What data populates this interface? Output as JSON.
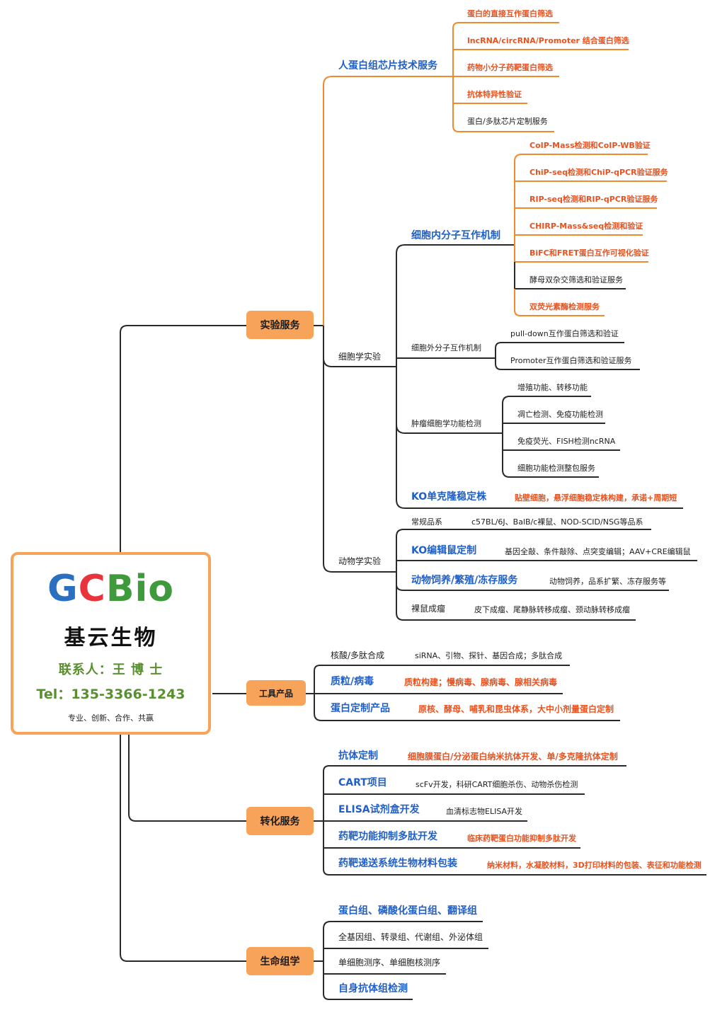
{
  "center": {
    "logo_g": "G",
    "logo_c": "C",
    "logo_bio": "Bio",
    "company_cn": "基云生物",
    "contact": "联系人：王 博 士",
    "tel": "Tel：135-3366-1243",
    "slogan": "专业、创新、合作、共赢"
  },
  "branches": {
    "experiment": "实验服务",
    "tools": "工具产品",
    "transform": "转化服务",
    "omics": "生命组学"
  },
  "experiment": {
    "protein_chip": {
      "label": "人蛋白组芯片技术服务",
      "items": [
        "蛋白的直接互作蛋白筛选",
        "lncRNA/circRNA/Promoter 结合蛋白筛选",
        "药物小分子药靶蛋白筛选",
        "抗体特异性验证",
        "蛋白/多肽芯片定制服务"
      ]
    },
    "cell": {
      "label": "细胞学实验",
      "intracellular": {
        "label": "细胞内分子互作机制",
        "items": [
          "CoIP-Mass检测和CoIP-WB验证",
          "ChiP-seq检测和ChiP-qPCR验证服务",
          "RIP-seq检测和RIP-qPCR验证服务",
          "CHIRP-Mass&seq检测和验证",
          "BiFC和FRET蛋白互作可视化验证",
          "酵母双杂交筛选和验证服务",
          "双荧光素酶检测服务"
        ]
      },
      "extracellular": {
        "label": "细胞外分子互作机制",
        "items": [
          "pull-down互作蛋白筛选和验证",
          "Promoter互作蛋白筛选和验证服务"
        ]
      },
      "tumor": {
        "label": "肿瘤细胞学功能检测",
        "items": [
          "增殖功能、转移功能",
          "凋亡检测、免疫功能检测",
          "免疫荧光、FISH检测ncRNA",
          "细胞功能检测整包服务"
        ]
      },
      "ko_stable": {
        "label": "KO单克隆稳定株",
        "detail": "贴壁细胞，悬浮细胞稳定株构建，承诺+周期短"
      }
    },
    "animal": {
      "label": "动物学实验",
      "rows": [
        {
          "label": "常规品系",
          "detail": "c57BL/6J、BalB/c裸鼠、NOD-SCID/NSG等品系"
        },
        {
          "label": "KO编辑鼠定制",
          "detail": "基因全敲、条件敲除、点突变编辑；AAV+CRE编辑鼠"
        },
        {
          "label": "动物饲养/繁殖/冻存服务",
          "detail": "动物饲养，品系扩繁、冻存服务等"
        },
        {
          "label": "裸鼠成瘤",
          "detail": "皮下成瘤、尾静脉转移成瘤、颈动脉转移成瘤"
        }
      ]
    }
  },
  "tools": {
    "rows": [
      {
        "label": "核酸/多肽合成",
        "detail": "siRNA、引物、探针、基因合成；多肽合成"
      },
      {
        "label": "质粒/病毒",
        "detail": "质粒构建；慢病毒、腺病毒、腺相关病毒"
      },
      {
        "label": "蛋白定制产品",
        "detail": "原核、酵母、哺乳和昆虫体系，大中小剂量蛋白定制"
      }
    ]
  },
  "transform": {
    "rows": [
      {
        "label": "抗体定制",
        "detail": "细胞膜蛋白/分泌蛋白纳米抗体开发、单/多克隆抗体定制"
      },
      {
        "label": "CART项目",
        "detail": "scFv开发，科研CART细胞杀伤、动物杀伤检测"
      },
      {
        "label": "ELISA试剂盒开发",
        "detail": "血清标志物ELISA开发"
      },
      {
        "label": "药靶功能抑制多肽开发",
        "detail": "临床药靶蛋白功能抑制多肽开发"
      },
      {
        "label": "药靶递送系统生物材料包装",
        "detail": "纳米材料，水凝胶材料，3D打印材料的包装、表征和功能检测"
      }
    ]
  },
  "omics": {
    "items": [
      "蛋白组、磷酸化蛋白组、翻译组",
      "全基因组、转录组、代谢组、外泌体组",
      "单细胞测序、单细胞核测序",
      "自身抗体组检测"
    ]
  },
  "colors": {
    "orange_line": "#f08a2c",
    "dark_line": "#2a2a2a",
    "pill": "#f7a35a",
    "blue_text": "#1f5fc7",
    "orange_text": "#e8521e",
    "green_text": "#5a8f2f"
  }
}
